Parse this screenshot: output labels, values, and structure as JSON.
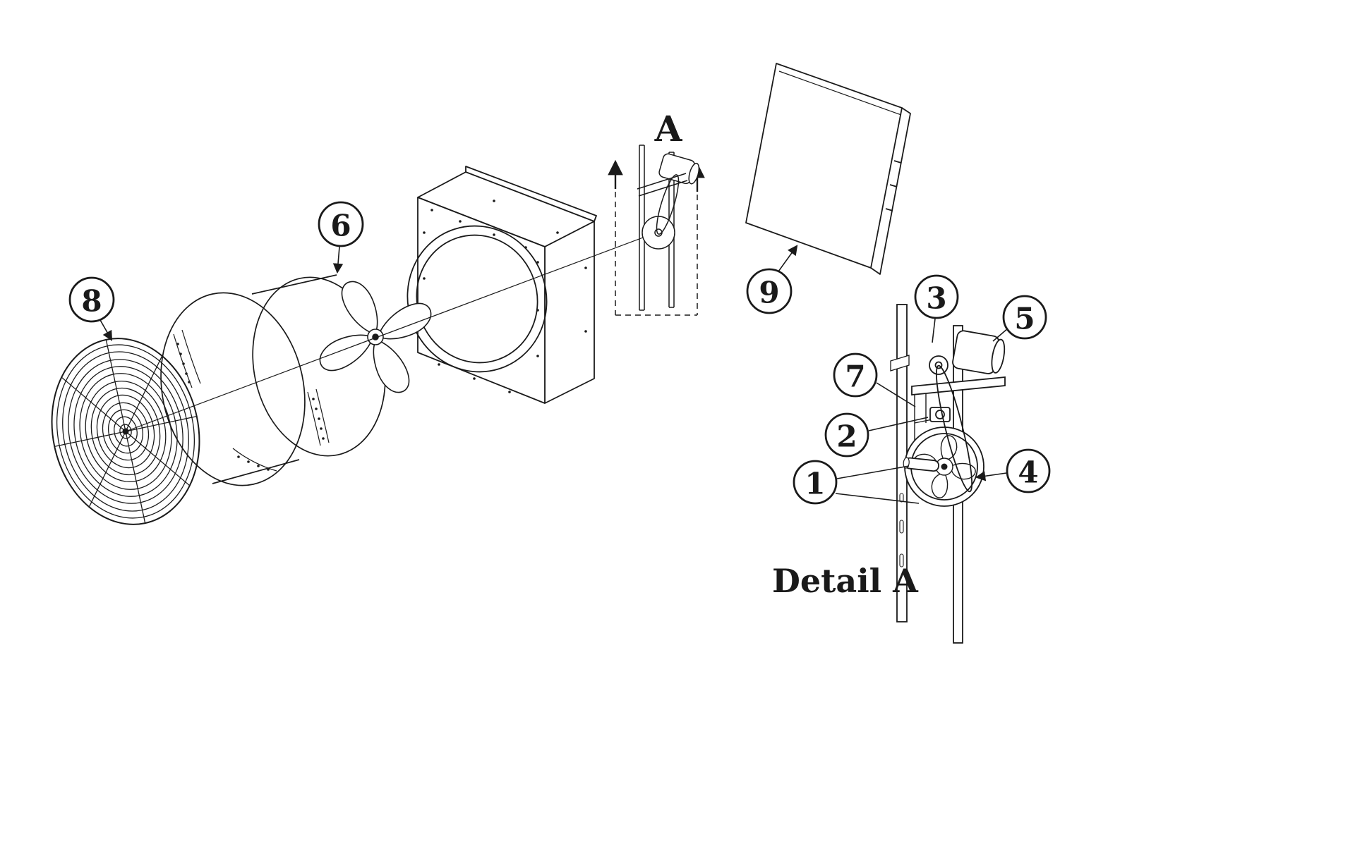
{
  "page": {
    "background": "#ffffff",
    "ink": "#1a1a1a"
  },
  "labels": {
    "detail_marker": "A",
    "detail_caption": "Detail A"
  },
  "callouts": {
    "c1": "1",
    "c2": "2",
    "c3": "3",
    "c4": "4",
    "c5": "5",
    "c6": "6",
    "c7": "7",
    "c8": "8",
    "c9": "9"
  }
}
